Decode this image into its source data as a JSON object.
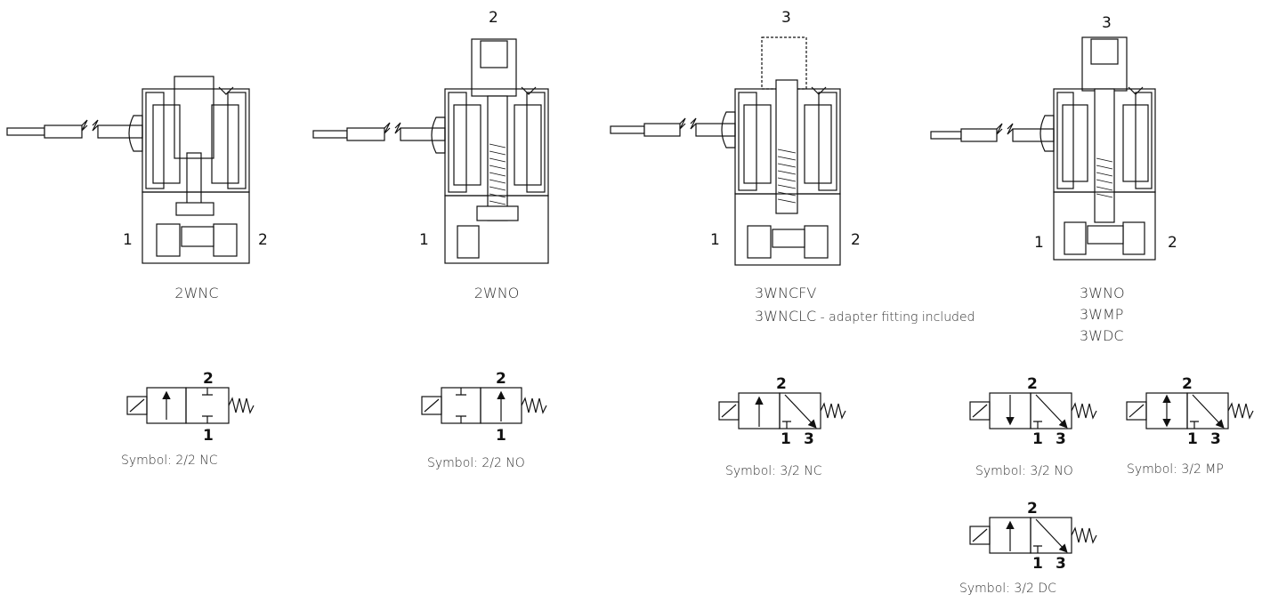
{
  "valves": [
    {
      "model": "2WNC",
      "ports": {
        "left": "1",
        "right": "2"
      }
    },
    {
      "model": "2WNO",
      "ports": {
        "top": "2",
        "left": "1"
      }
    },
    {
      "model": "3WNCFV",
      "model_line2": "3WNCLC",
      "note": " - adapter fitting included",
      "ports": {
        "top": "3",
        "left": "1",
        "right": "2"
      }
    },
    {
      "model": "3WNO",
      "model_line2": "3WMP",
      "model_line3": "3WDC",
      "ports": {
        "top": "3",
        "left": "1",
        "right": "2"
      }
    }
  ],
  "symbols": [
    {
      "caption": "Symbol: 2/2 NC",
      "top": "2",
      "bottom": "1"
    },
    {
      "caption": "Symbol: 2/2 NO",
      "top": "2",
      "bottom": "1"
    },
    {
      "caption": "Symbol: 3/2 NC",
      "top": "2",
      "bottom_a": "1",
      "bottom_b": "3"
    },
    {
      "caption": "Symbol: 3/2 NO",
      "top": "2",
      "bottom_a": "1",
      "bottom_b": "3"
    },
    {
      "caption": "Symbol: 3/2 MP",
      "top": "2",
      "bottom_a": "1",
      "bottom_b": "3"
    },
    {
      "caption": "Symbol: 3/2 DC",
      "top": "2",
      "bottom_a": "1",
      "bottom_b": "3"
    }
  ]
}
